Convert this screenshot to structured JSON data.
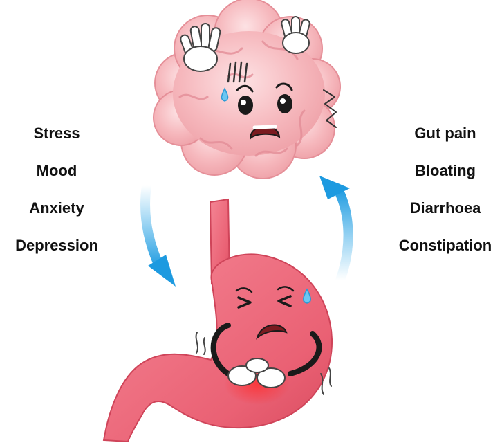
{
  "left_terms": [
    "Stress",
    "Mood",
    "Anxiety",
    "Depression"
  ],
  "right_terms": [
    "Gut pain",
    "Bloating",
    "Diarrhoea",
    "Constipation"
  ],
  "colors": {
    "brain": "#f6b8bd",
    "brain_shade": "#e8959c",
    "stomach": "#ee6e7e",
    "stomach_shade": "#d9485c",
    "arrow": "#2aa7e8",
    "text": "#111111"
  }
}
